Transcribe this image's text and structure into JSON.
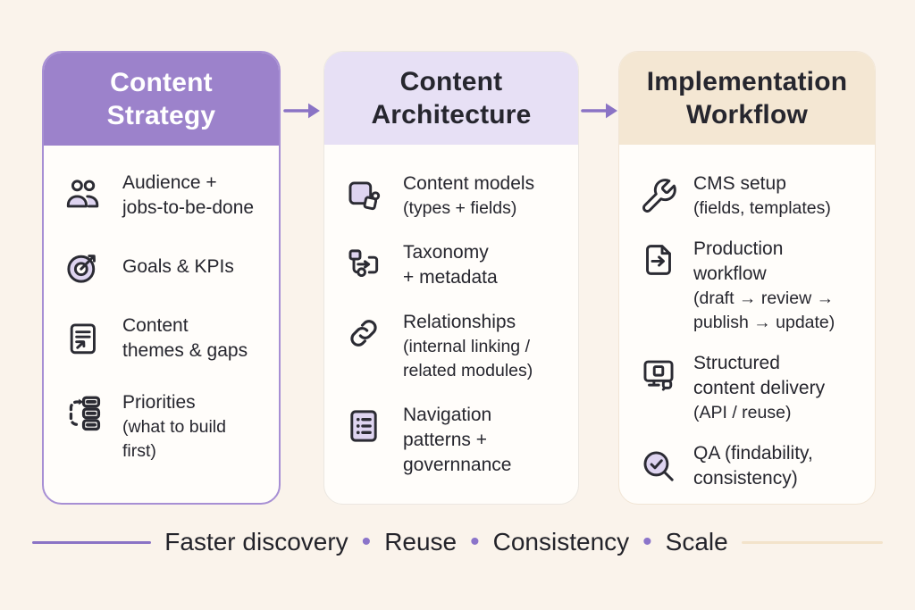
{
  "columns": [
    {
      "id": "content-strategy",
      "title": "Content\nStrategy",
      "items": [
        {
          "icon": "users-icon",
          "label": "Audience +\njobs-to-be-done",
          "note": ""
        },
        {
          "icon": "target-dart-icon",
          "label": "Goals & KPIs",
          "note": ""
        },
        {
          "icon": "document-lines-icon",
          "label": "Content\nthemes & gaps",
          "note": ""
        },
        {
          "icon": "priority-flow-icon",
          "label": "Priorities",
          "note": "(what to build\nfirst)"
        }
      ]
    },
    {
      "id": "content-architecture",
      "title": "Content\nArchitecture",
      "items": [
        {
          "icon": "content-model-icon",
          "label": "Content models",
          "note": "(types + fields)"
        },
        {
          "icon": "taxonomy-icon",
          "label": "Taxonomy\n+ metadata",
          "note": ""
        },
        {
          "icon": "link-icon",
          "label": "Relationships",
          "note": "(internal linking /\nrelated modules)"
        },
        {
          "icon": "checklist-icon",
          "label": "Navigation\npatterns +\ngovernnance",
          "note": ""
        }
      ]
    },
    {
      "id": "implementation-workflow",
      "title": "Implementation\nWorkflow",
      "items": [
        {
          "icon": "wrench-icon",
          "label": "CMS setup",
          "note": "(fields, templates)"
        },
        {
          "icon": "document-arrow-icon",
          "label": "Production\nworkflow",
          "note": "(draft → review →\npublish → update)"
        },
        {
          "icon": "monitor-icon",
          "label": "Structured\ncontent delivery",
          "note": "(API / reuse)"
        },
        {
          "icon": "magnifier-check-icon",
          "label": "QA (findability,\nconsistency)",
          "note": ""
        }
      ]
    }
  ],
  "footer": {
    "phrases": [
      "Faster discovery",
      "Reuse",
      "Consistency",
      "Scale"
    ],
    "separator": "•"
  },
  "colors": {
    "background": "#faf3eb",
    "card_background": "#fffdfa",
    "strategy_header": "#9c82cb",
    "strategy_border": "#a78fd4",
    "architecture_header": "#e7e0f5",
    "workflow_header": "#f4e7d3",
    "text": "#26262e",
    "icon_stroke": "#2b2b33",
    "icon_accent": "#ded4f0",
    "arrow": "#8a73c5",
    "footer_line_left": "#8a73c5",
    "footer_line_right": "#f3e3cb"
  }
}
